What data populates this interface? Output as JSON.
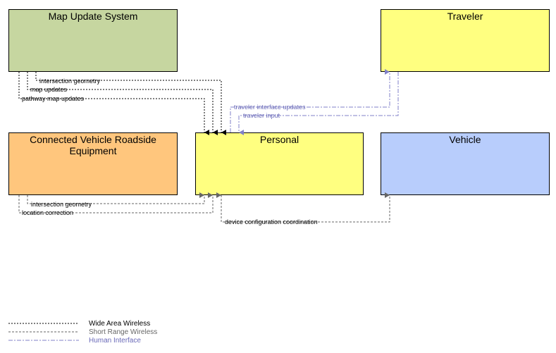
{
  "nodes": {
    "map_update": {
      "label": "Map Update System",
      "color": "#c6d6a0"
    },
    "traveler": {
      "label": "Traveler",
      "color": "#ffff80"
    },
    "cvre": {
      "label_line1": "Connected Vehicle Roadside",
      "label_line2": "Equipment",
      "color": "#ffc67d"
    },
    "personal": {
      "label": "Personal",
      "color": "#ffff80"
    },
    "vehicle": {
      "label": "Vehicle",
      "color": "#b8cdfc"
    }
  },
  "flows": {
    "intersection_geometry_top": "intersection geometry",
    "map_updates": "map updates",
    "pathway_map_updates": "pathway map updates",
    "traveler_interface_updates": "traveler interface updates",
    "traveler_input": "traveler input",
    "intersection_geometry_bottom": "intersection geometry",
    "location_correction": "location correction",
    "device_configuration_coordination": "device configuration coordination"
  },
  "legend": {
    "wide_area": {
      "label": "Wide Area Wireless",
      "color": "#000000"
    },
    "short_range": {
      "label": "Short Range Wireless",
      "color": "#666666"
    },
    "human": {
      "label": "Human Interface",
      "color": "#6a6ab8"
    }
  }
}
